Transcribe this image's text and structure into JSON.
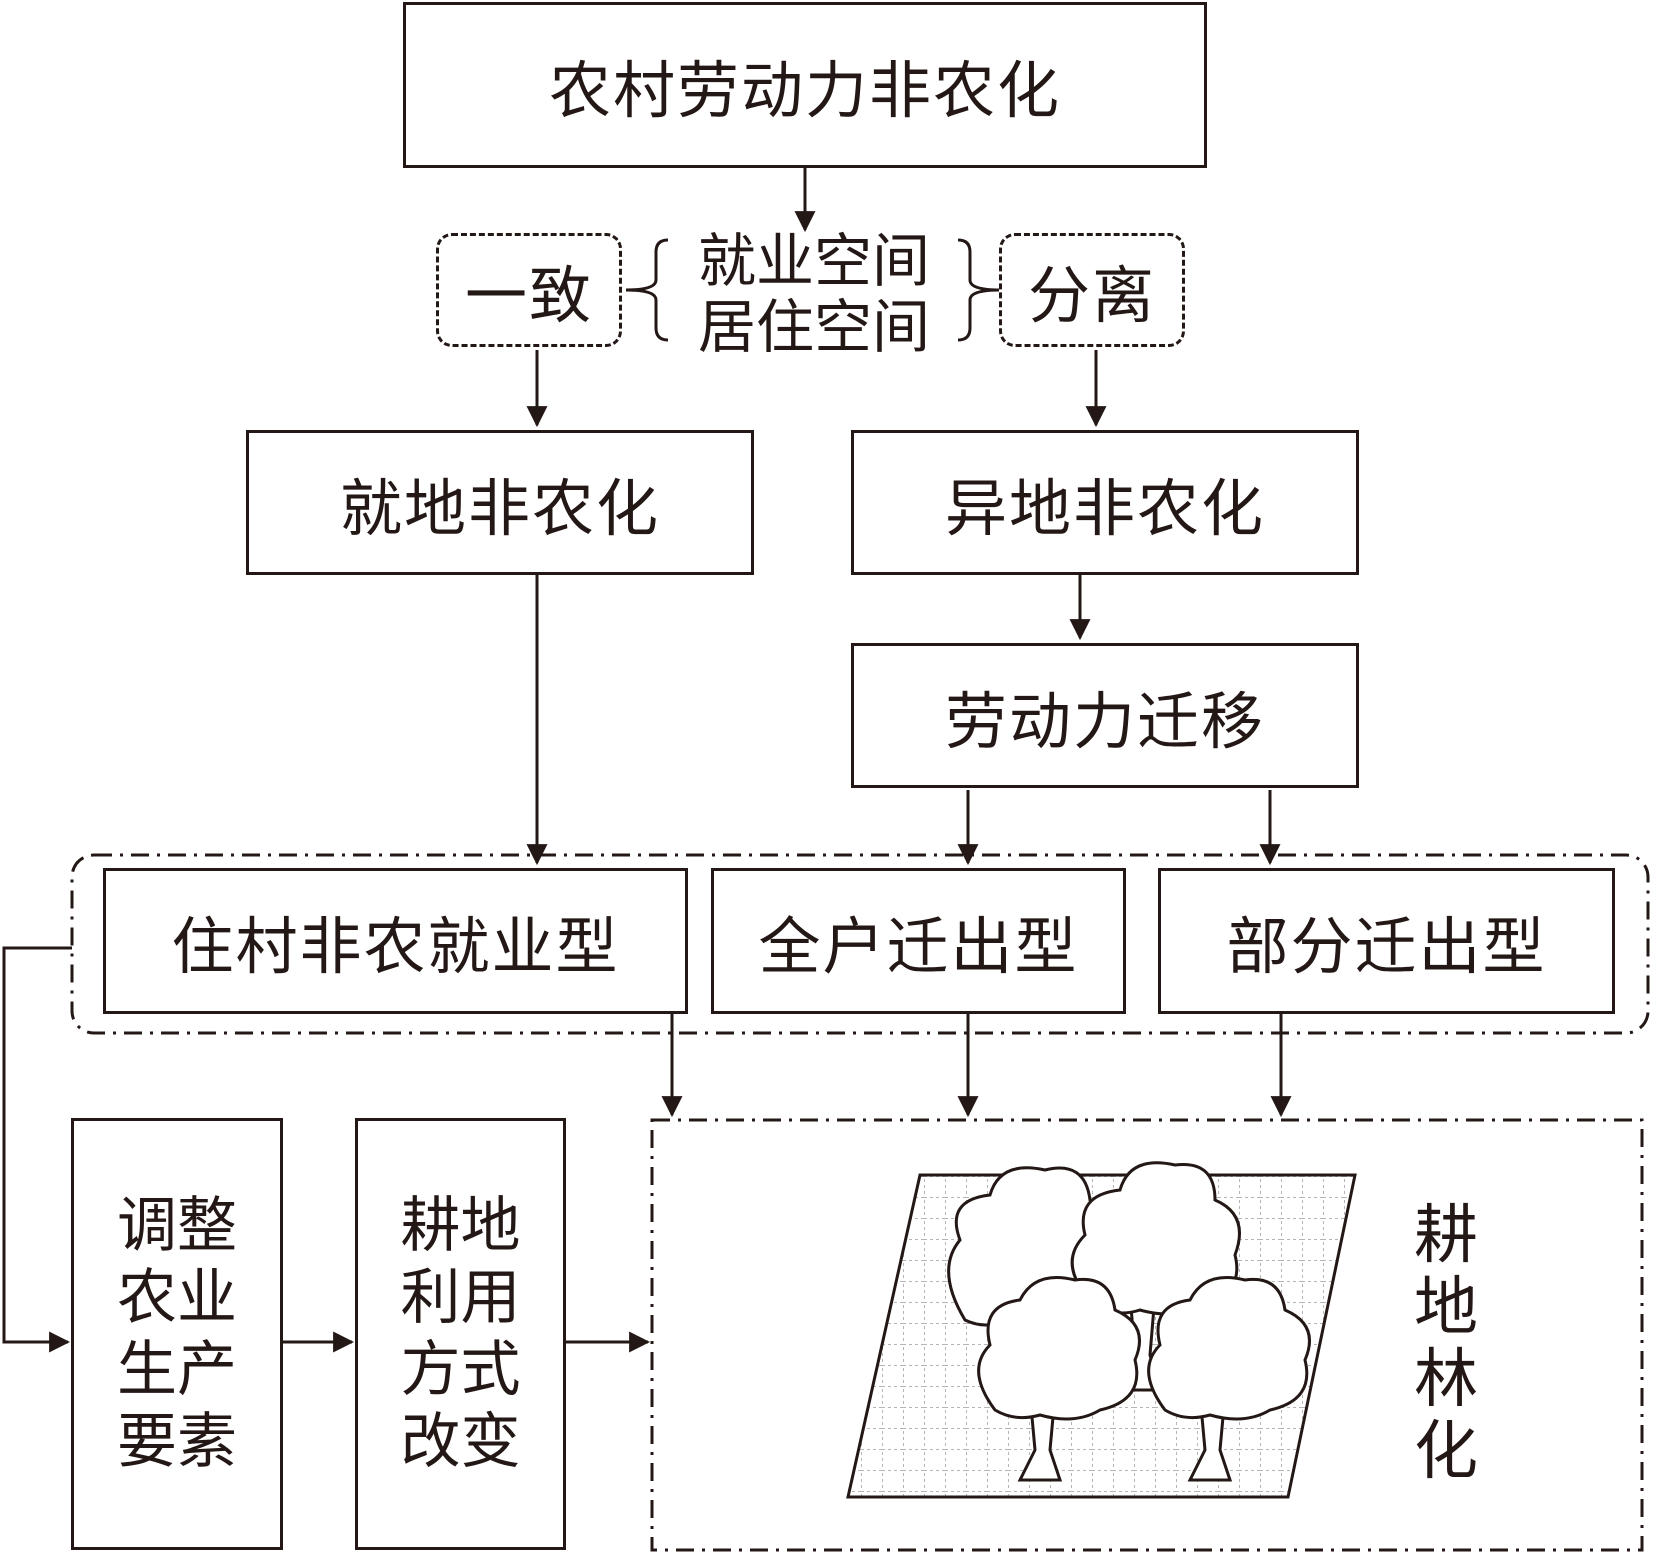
{
  "top": {
    "title": "农村劳动力非农化"
  },
  "space": {
    "left_tag": "一致",
    "right_tag": "分离",
    "line1": "就业空间",
    "line2": "居住空间"
  },
  "branch": {
    "local": "就地非农化",
    "remote": "异地非农化",
    "migration": "劳动力迁移"
  },
  "types": {
    "stay_village": "住村非农就业型",
    "whole_household": "全户迁出型",
    "partial": "部分迁出型"
  },
  "process": {
    "adjust_chars": [
      "调整",
      "农业",
      "生产",
      "要素"
    ],
    "change_chars": [
      "耕地",
      "利用",
      "方式",
      "改变"
    ]
  },
  "result": {
    "label_chars": [
      "耕",
      "地",
      "林",
      "化"
    ],
    "illustration_icon": "farmland-trees-icon"
  },
  "colors": {
    "ink": "#231815",
    "grid": "#b5b5b5"
  }
}
